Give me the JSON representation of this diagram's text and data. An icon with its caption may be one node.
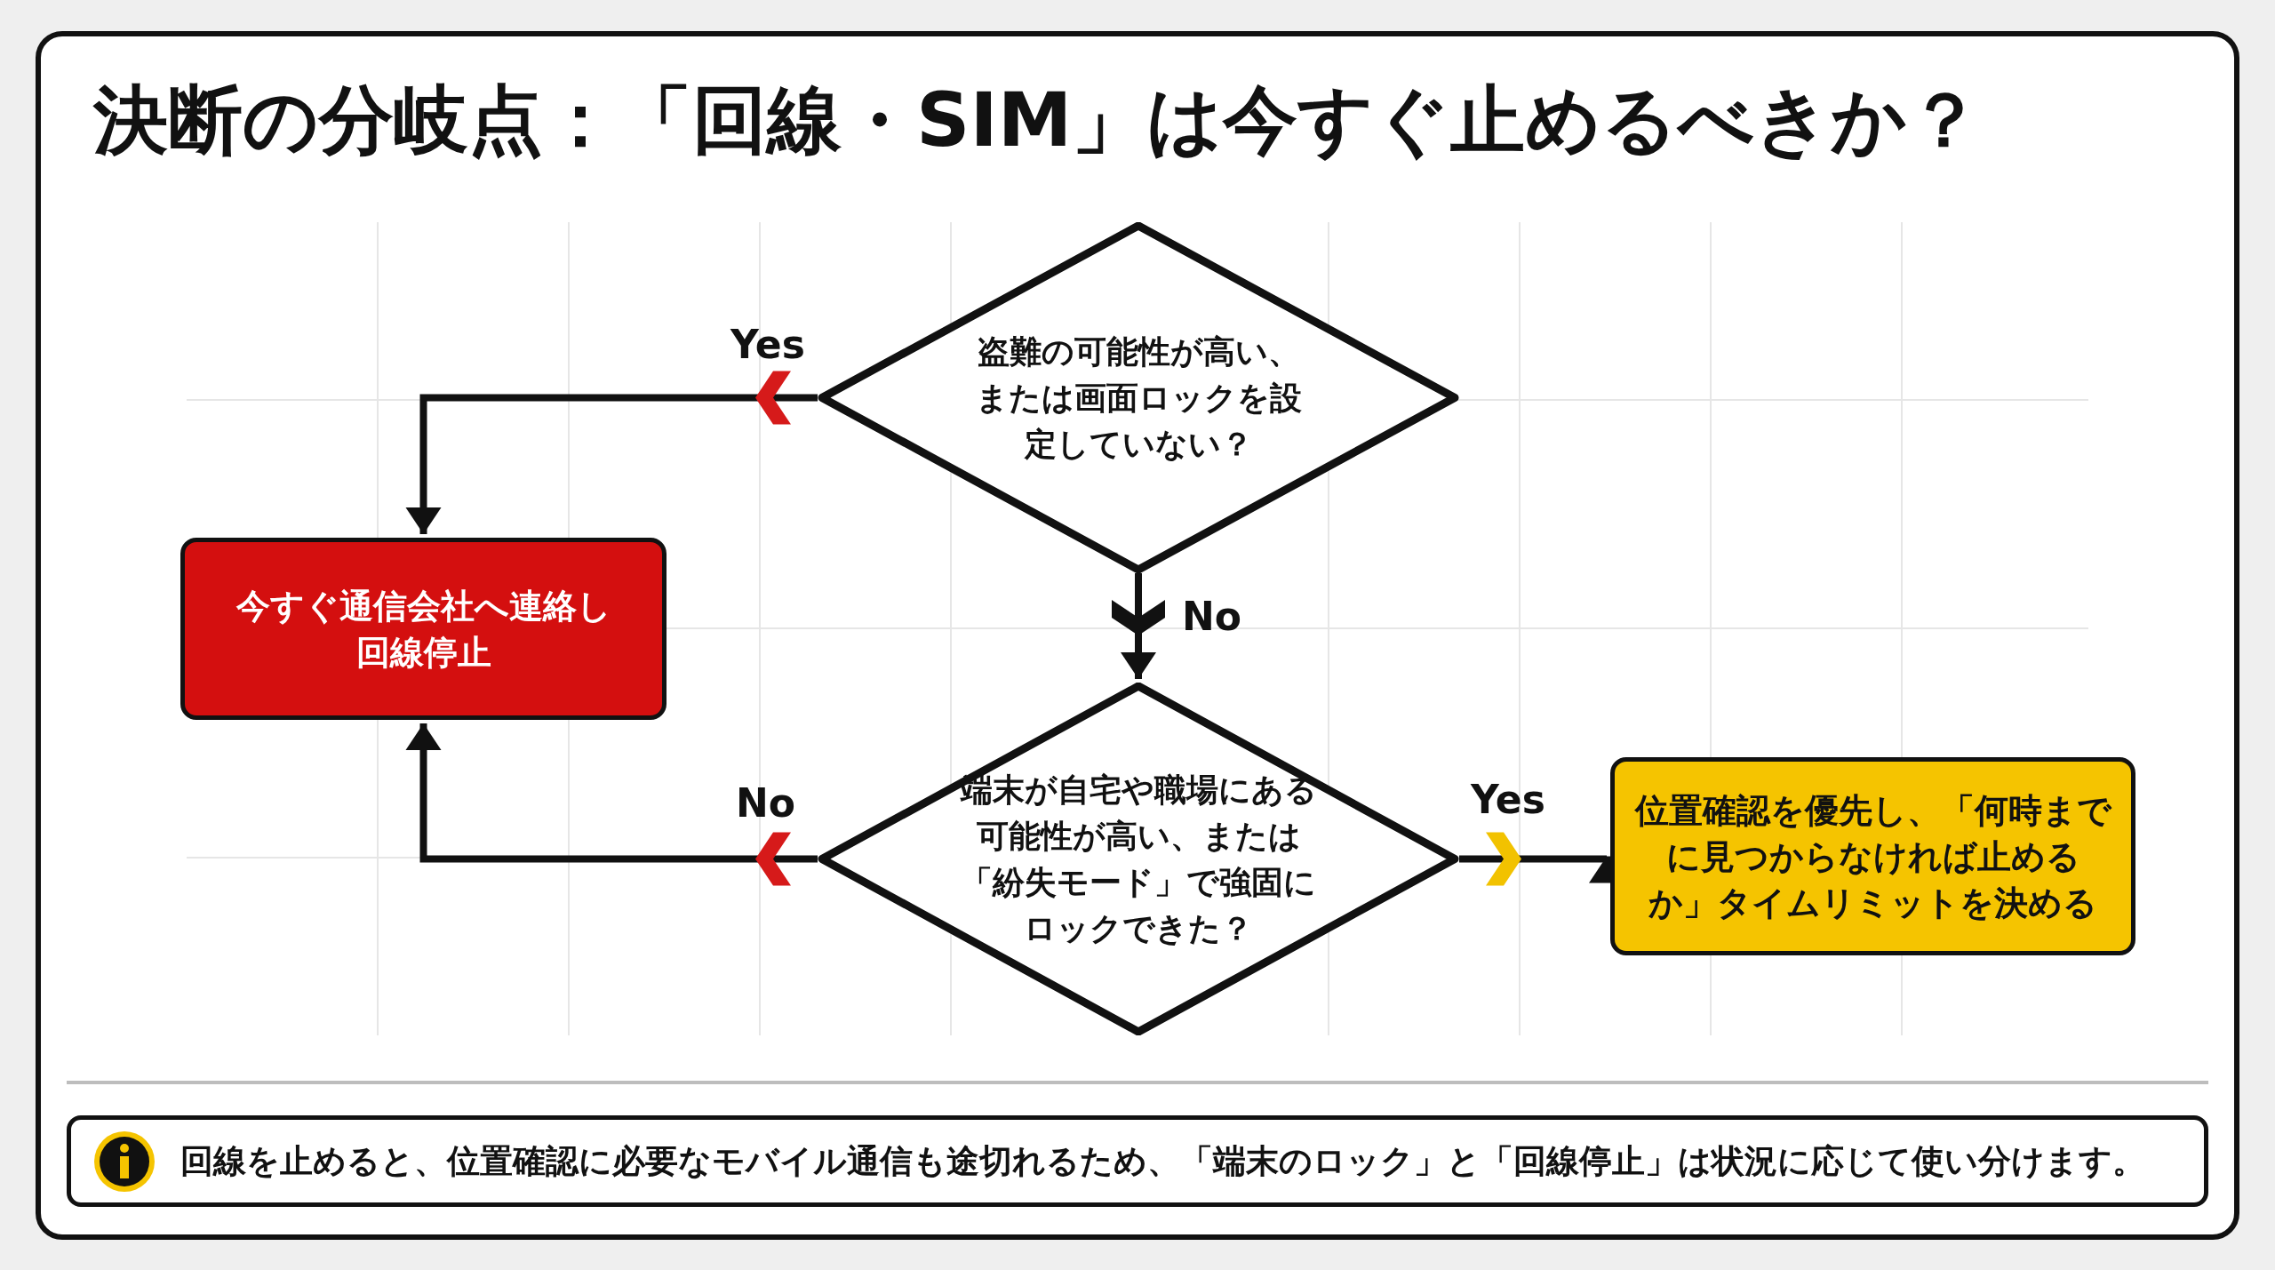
{
  "diagram": {
    "title": "決断の分岐点：「回線・SIM」は今すぐ止めるべきか？",
    "nodes": [
      {
        "text": [
          "盗難の可能性が高い、または画面ロックを設定していない？"
        ]
      },
      {
        "text": [
          "今すぐ通信会社へ連絡し回線停止"
        ]
      },
      {
        "text": [
          "端末が自宅や職場にある可能性が高い、または「紛失モード」で強固にロックできた？"
        ]
      },
      {
        "text": [
          "位置確認を優先し、「何時までに見つからなければ止めるか」タイムリミットを決める"
        ]
      },
      {
        "text": [
          "回線を止めると、位置確認に必要なモバイル通信も途切れるため、「端末のロック」と「回線停止」は状況に応じて使い分けます。"
        ]
      }
    ],
    "edges": [
      {
        "from": 0,
        "to": 1,
        "arrow": "to",
        "label": "Yes"
      },
      {
        "from": 0,
        "to": 2,
        "arrow": "to",
        "label": "No"
      },
      {
        "from": 2,
        "to": 1,
        "arrow": "to",
        "label": "No"
      },
      {
        "from": 2,
        "to": 3,
        "arrow": "to",
        "label": "Yes"
      }
    ]
  }
}
